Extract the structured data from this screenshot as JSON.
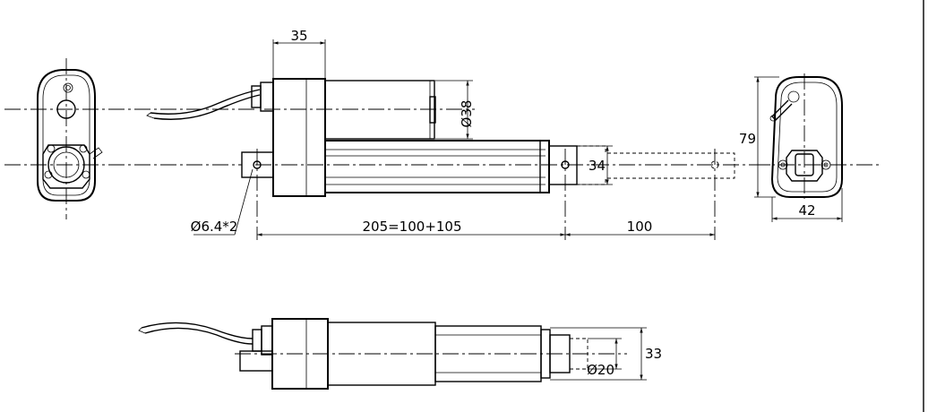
{
  "dimensions": {
    "d35": "35",
    "d38": "Ø38",
    "d34": "34",
    "d79": "79",
    "d42": "42",
    "d64": "Ø6.4*2",
    "d205": "205=100+105",
    "d100": "100",
    "d20": "Ø20",
    "d33": "33"
  },
  "views": {
    "left_end_view": "left-end-view",
    "front_view": "front-view",
    "right_end_view": "right-end-view",
    "top_view": "top-view"
  }
}
